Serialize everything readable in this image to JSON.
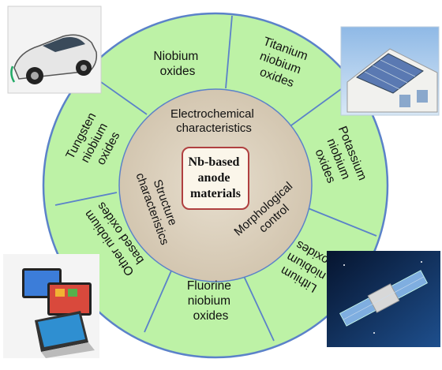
{
  "center": {
    "lines": [
      "Nb-based",
      "anode",
      "materials"
    ]
  },
  "inner_ring": {
    "electrochemical": [
      "Electrochemical",
      "characteristics"
    ],
    "structure": [
      "Structure",
      "characteristics"
    ],
    "morphological": [
      "Morphological",
      "control"
    ]
  },
  "segments": [
    {
      "key": "niobium-oxides",
      "lines": [
        "Niobium",
        "oxides"
      ]
    },
    {
      "key": "titanium-niobium-oxides",
      "lines": [
        "Titanium",
        "niobium",
        "oxides"
      ]
    },
    {
      "key": "potassium-niobium-oxides",
      "lines": [
        "Potassium",
        "niobium",
        "oxides"
      ]
    },
    {
      "key": "lithium-niobium-oxides",
      "lines": [
        "Lithium",
        "niobium",
        "oxides"
      ]
    },
    {
      "key": "fluorine-niobium-oxides",
      "lines": [
        "Fluorine",
        "niobium",
        "oxides"
      ]
    },
    {
      "key": "other-niobium-based-oxides",
      "lines": [
        "Other niobium",
        "based oxides"
      ]
    },
    {
      "key": "tungsten-niobium-oxides",
      "lines": [
        "Tungsten",
        "niobium",
        "oxides"
      ]
    }
  ],
  "pictures": [
    {
      "key": "electric-car",
      "icon": "electric-car-icon"
    },
    {
      "key": "house-solar",
      "icon": "solar-house-icon"
    },
    {
      "key": "satellite",
      "icon": "satellite-icon"
    },
    {
      "key": "tablets",
      "icon": "tablet-laptop-icon"
    }
  ],
  "colors": {
    "outer_ring": "#bdf2a6",
    "ring_border": "#5b82c9",
    "inner_disk": "#d9cdb9",
    "center_box_border": "#b04040",
    "center_box_fill": "#fbf6ea"
  }
}
